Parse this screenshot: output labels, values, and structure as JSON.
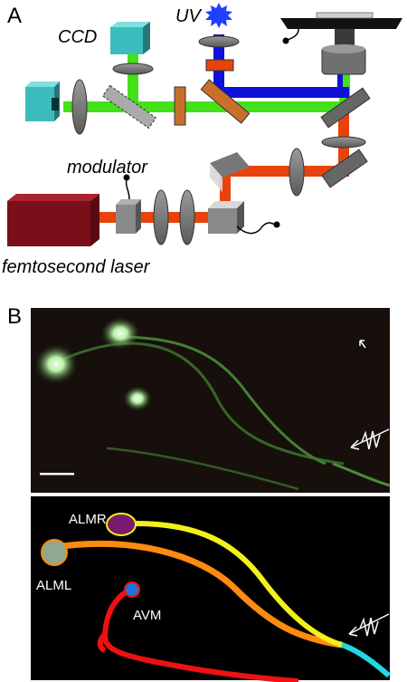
{
  "panels": {
    "a": {
      "letter": "A",
      "labels": {
        "ccd": "CCD",
        "uv": "UV",
        "modulator": "modulator",
        "laser": "femtosecond laser"
      }
    },
    "b": {
      "letter": "B",
      "cells": {
        "almr": "ALMR",
        "alml": "ALML",
        "avm": "AVM"
      }
    }
  },
  "colors": {
    "laser_red": "#e8430c",
    "green_path": "#44e01a",
    "uv_blue": "#1010d8",
    "teal_device": "#3cbcbc",
    "laser_box": "#7a0f1a",
    "almr_trace": "#f2f01a",
    "alml_trace": "#ff8a10",
    "avm_trace": "#ee1111",
    "stim_segment": "#20d8e0"
  }
}
